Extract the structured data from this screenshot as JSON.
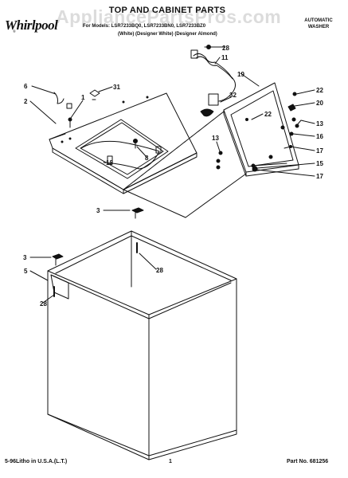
{
  "header": {
    "brand": "Whirlpool",
    "registered_mark": "®",
    "title": "TOP AND CABINET PARTS",
    "models_line": "For Models: LSR7233BQ0, LSR7233BN0, LSR7233BZ0",
    "variants_line": "(White) (Designer White) (Designer Almond)",
    "product_type": "AUTOMATIC WASHER",
    "watermark": "AppliancePartsPros.com"
  },
  "callouts": {
    "c28_top": "28",
    "c11": "11",
    "c19": "19",
    "c22_right": "22",
    "c20": "20",
    "c13_right": "13",
    "c16": "16",
    "c17_upper": "17",
    "c15": "15",
    "c17_lower": "17",
    "c32": "32",
    "c22_inner": "22",
    "c13_left": "13",
    "c6": "6",
    "c1": "1",
    "c31": "31",
    "c2": "2",
    "c8": "8",
    "c18": "18",
    "c3_upper": "3",
    "c3_lower": "3",
    "c28_mid": "28",
    "c5": "5",
    "c28_low": "28"
  },
  "footer": {
    "print_info": "5-96Litho in U.S.A.(L.T.)",
    "page_number": "1",
    "part_number": "Part No. 681256"
  }
}
